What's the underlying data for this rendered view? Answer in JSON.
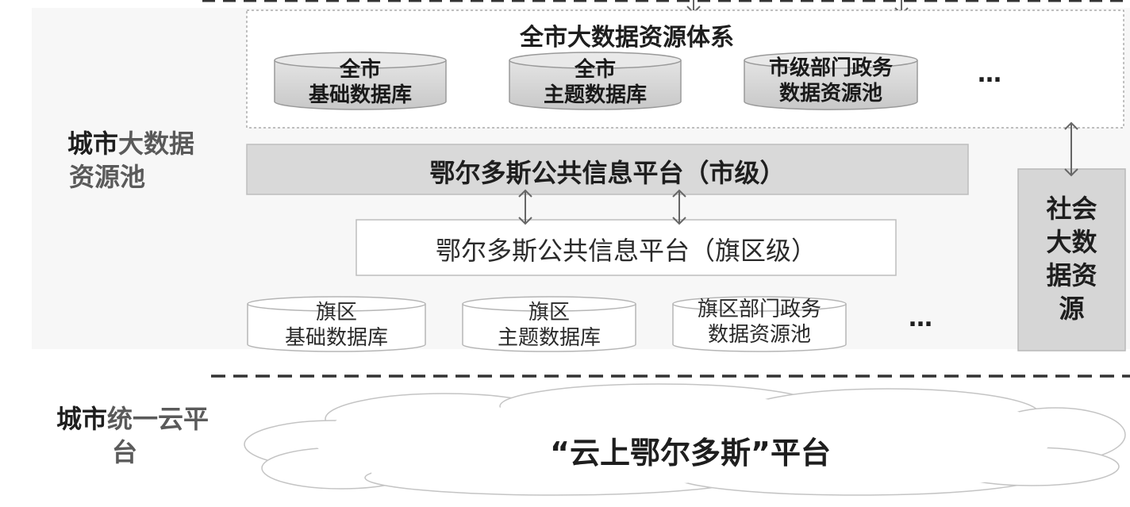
{
  "left_labels": {
    "resource_pool": {
      "dark": "城市",
      "light_a": "大数据",
      "light_b": "资源池"
    },
    "cloud_platform": {
      "dark": "城市",
      "light_a": "统一云平",
      "light_b": "台"
    }
  },
  "city_resource_system": {
    "title": "全市大数据资源体系",
    "databases": [
      {
        "line1": "全市",
        "line2": "基础数据库"
      },
      {
        "line1": "全市",
        "line2": "主题数据库"
      },
      {
        "line1": "市级部门政务",
        "line2": "数据资源池"
      }
    ],
    "more": "…"
  },
  "city_platform": {
    "label": "鄂尔多斯公共信息平台（市级）"
  },
  "district_platform": {
    "label": "鄂尔多斯公共信息平台（旗区级）"
  },
  "district_databases": [
    {
      "line1": "旗区",
      "line2": "基础数据库"
    },
    {
      "line1": "旗区",
      "line2": "主题数据库"
    },
    {
      "line1": "旗区部门政务",
      "line2": "数据资源池"
    }
  ],
  "district_more": "…",
  "social_data": {
    "label": "社会\n大数\n据资\n源"
  },
  "cloud": {
    "label": "“云上鄂尔多斯”平台"
  }
}
